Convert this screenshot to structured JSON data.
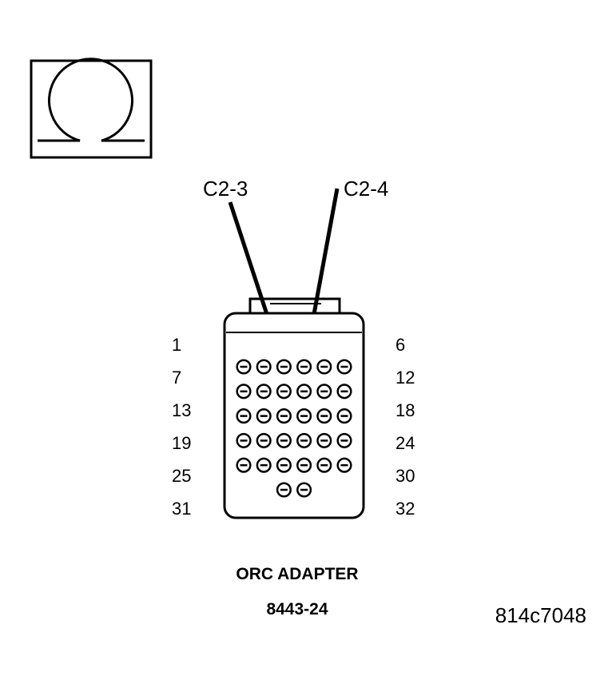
{
  "symbol": {
    "name": "ohmmeter-omega-icon"
  },
  "callouts": {
    "left": "C2-3",
    "right": "C2-4"
  },
  "pin_numbers": {
    "left": [
      "1",
      "7",
      "13",
      "19",
      "25",
      "31"
    ],
    "right": [
      "6",
      "12",
      "18",
      "24",
      "30",
      "32"
    ]
  },
  "connector": {
    "rows": [
      6,
      6,
      6,
      6,
      6,
      2
    ]
  },
  "caption": {
    "title": "ORC ADAPTER",
    "part_number": "8443-24"
  },
  "figure_id": "814c7048"
}
